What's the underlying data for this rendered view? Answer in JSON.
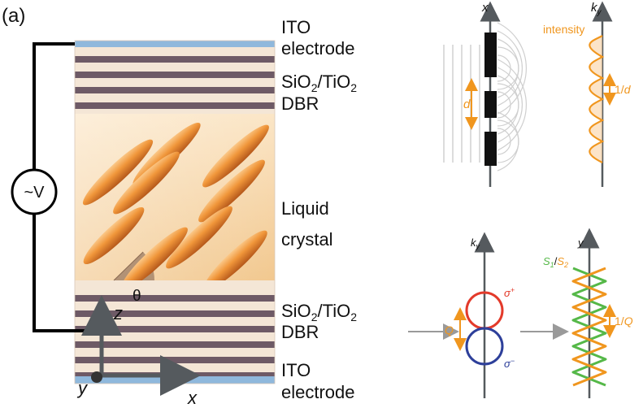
{
  "panel_label": "(a)",
  "voltage_source": "~V",
  "layers": {
    "top_ito": [
      "ITO",
      "electrode"
    ],
    "top_dbr": [
      "SiO",
      "2",
      "/TiO",
      "2",
      "DBR"
    ],
    "lc": [
      "Liquid",
      "crystal"
    ],
    "bottom_dbr": [
      "SiO",
      "2",
      "/TiO",
      "2",
      "DBR"
    ],
    "bottom_ito": [
      "ITO",
      "electrode"
    ]
  },
  "angle_label": "θ",
  "axes": {
    "z": "z",
    "y": "y",
    "x": "x"
  },
  "diffraction": {
    "axis_x": "x",
    "axis_ky": "k",
    "axis_ky_sub": "y",
    "intensity": "intensity",
    "period": "d",
    "inverse_period": "1/",
    "inverse_period_var": "d"
  },
  "spin": {
    "axis_ky": "k",
    "axis_ky_sub": "y",
    "axis_y": "y",
    "sigma_plus": "σ",
    "sigma_plus_sup": "+",
    "sigma_minus": "σ",
    "sigma_minus_sup": "−",
    "q": "Q",
    "inverse_q": "1/",
    "inverse_q_var": "Q",
    "s1": "S",
    "s1_sub": "1",
    "slash": "/",
    "s2": "S",
    "s2_sub": "2"
  },
  "colors": {
    "ito": "#8fb8dc",
    "dbr_light": "#f4e6d6",
    "dbr_dark": "#6e5a66",
    "lc_fill": "#f6d7a6",
    "ellipsoid": "#f0963a",
    "accent_orange": "#f0961e",
    "sigma_plus": "#e33a2a",
    "sigma_minus": "#2d3f9a",
    "green": "#55b848",
    "arrow_gray": "#9a9a9a",
    "axis_dark": "#555a5e"
  }
}
